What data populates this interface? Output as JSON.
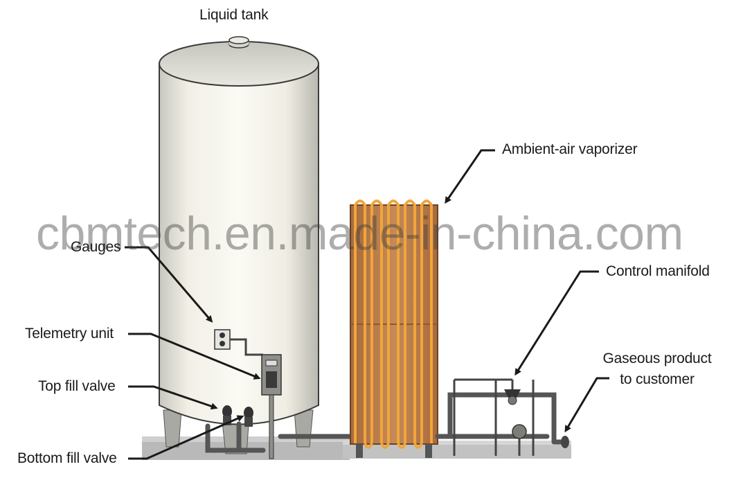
{
  "labels": {
    "liquid_tank": "Liquid tank",
    "ambient_air_vaporizer": "Ambient-air vaporizer",
    "gauges": "Gauges",
    "control_manifold": "Control manifold",
    "telemetry_unit": "Telemetry unit",
    "gaseous_product_line1": "Gaseous product",
    "gaseous_product_line2": "to customer",
    "top_fill_valve": "Top fill valve",
    "bottom_fill_valve": "Bottom fill valve"
  },
  "watermark": "cbmtech.en.made-in-china.com",
  "colors": {
    "tank_body": "#f2f0e8",
    "vaporizer_panel": "#b8794a",
    "vaporizer_coil": "#e8a23a",
    "pipe": "#5a5a5a",
    "ground": "#b8b8b8",
    "arrow": "#1a1a1a"
  }
}
